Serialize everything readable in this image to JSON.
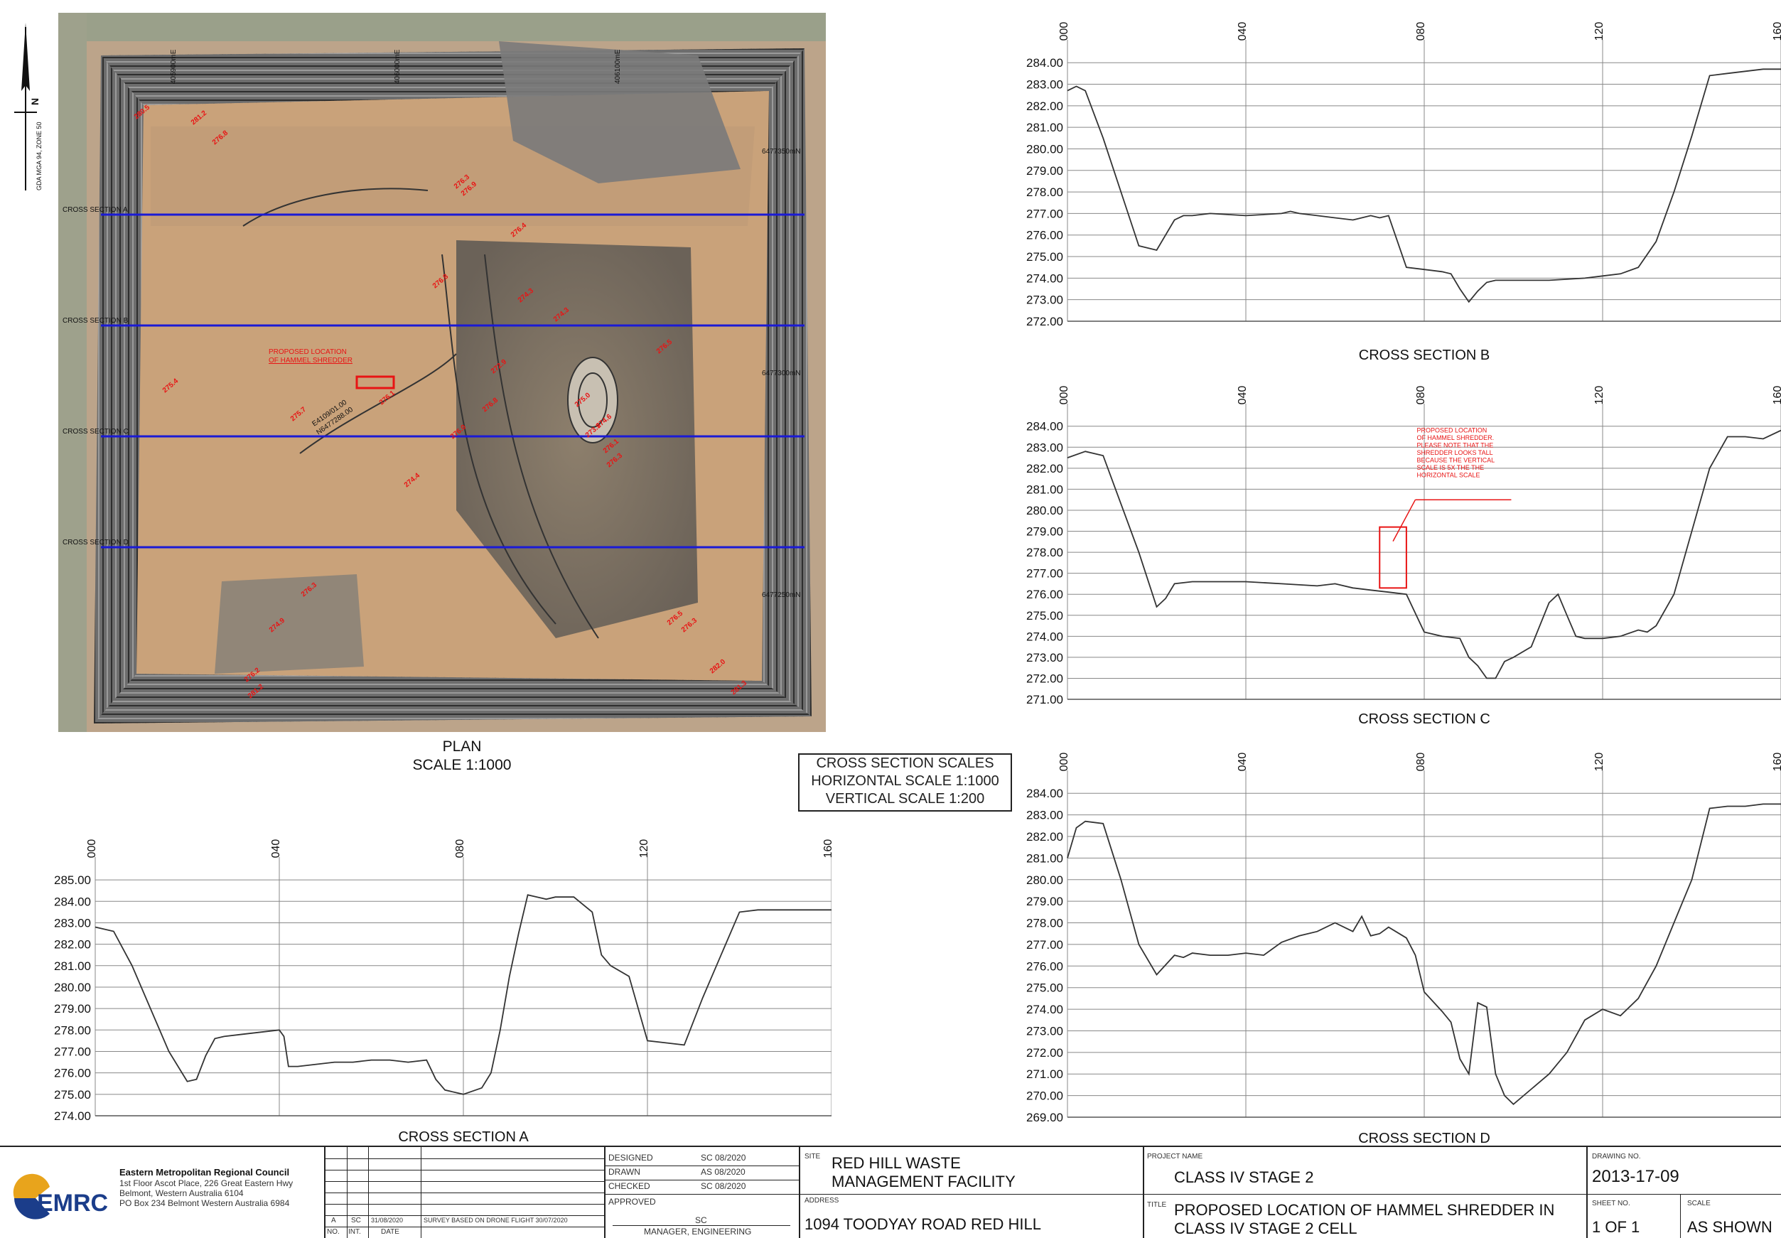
{
  "plan": {
    "caption_line1": "PLAN",
    "caption_line2": "SCALE 1:1000",
    "north_label": "N",
    "grid_label": "GDA MGA 94, ZONE 50",
    "cross_section_labels": [
      "CROSS SECTION A",
      "CROSS SECTION B",
      "CROSS SECTION C",
      "CROSS SECTION D"
    ],
    "proposed_label_line1": "PROPOSED LOCATION",
    "proposed_label_line2": "OF HAMMEL SHREDDER",
    "easting_labels": [
      "405900mE",
      "406000mE",
      "406100mE"
    ],
    "northing_labels": [
      "6477350mN",
      "6477300mN",
      "6477250mN"
    ],
    "coord_label_line1": "E4109/01.00",
    "coord_label_line2": "N6477288.00",
    "spot_heights": [
      "280.5",
      "281.2",
      "276.8",
      "276.3",
      "276.9",
      "276.4",
      "276.8",
      "274.3",
      "274.3",
      "272.9",
      "276.5",
      "276.8",
      "273.9",
      "274.6",
      "276.1",
      "276.3",
      "275.4",
      "275.7",
      "276.1",
      "275.0",
      "274.4",
      "276.3",
      "274.9",
      "276.5",
      "276.3",
      "276.2",
      "281.2",
      "282.0",
      "281.3",
      "276.0"
    ],
    "colors": {
      "section_line": "#1a1ad6",
      "annotation": "#e81414",
      "ground": "#c9a27a",
      "pond": "#8a7a68",
      "terrace": "#4a4a4a"
    }
  },
  "scales_box": {
    "line1": "CROSS SECTION SCALES",
    "line2": "HORIZONTAL SCALE 1:1000",
    "line3": "VERTICAL SCALE 1:200"
  },
  "chart_data": [
    {
      "type": "line",
      "title": "CROSS SECTION B",
      "x_tick_labels": [
        "000",
        "040",
        "080",
        "120",
        "160"
      ],
      "x_ticks": [
        0,
        40,
        80,
        120,
        160
      ],
      "y_tick_labels": [
        "284.00",
        "283.00",
        "282.00",
        "281.00",
        "280.00",
        "279.00",
        "278.00",
        "277.00",
        "276.00",
        "275.00",
        "274.00",
        "273.00",
        "272.00"
      ],
      "ylim": [
        272,
        284.6
      ],
      "xlim": [
        0,
        160
      ],
      "grid": true,
      "x": [
        0,
        2,
        4,
        8,
        12,
        16,
        20,
        24,
        26,
        28,
        32,
        40,
        48,
        50,
        52,
        56,
        60,
        64,
        68,
        70,
        72,
        76,
        80,
        84,
        86,
        88,
        90,
        92,
        94,
        96,
        100,
        108,
        116,
        120,
        124,
        128,
        132,
        136,
        140,
        144,
        148,
        152,
        156,
        160
      ],
      "y": [
        282.7,
        282.9,
        282.7,
        280.5,
        278.0,
        275.5,
        275.3,
        276.7,
        276.9,
        276.9,
        277.0,
        276.9,
        277.0,
        277.1,
        277.0,
        276.9,
        276.8,
        276.7,
        276.9,
        276.8,
        276.9,
        274.5,
        274.4,
        274.3,
        274.2,
        273.5,
        272.9,
        273.4,
        273.8,
        273.9,
        273.9,
        273.9,
        274.0,
        274.1,
        274.2,
        274.5,
        275.7,
        278.0,
        280.6,
        283.4,
        283.5,
        283.6,
        283.7,
        283.7
      ]
    },
    {
      "type": "line",
      "title": "CROSS SECTION C",
      "x_tick_labels": [
        "000",
        "040",
        "080",
        "120",
        "160"
      ],
      "x_ticks": [
        0,
        40,
        80,
        120,
        160
      ],
      "y_tick_labels": [
        "284.00",
        "283.00",
        "282.00",
        "281.00",
        "280.00",
        "279.00",
        "278.00",
        "277.00",
        "276.00",
        "275.00",
        "274.00",
        "273.00",
        "272.00",
        "271.00"
      ],
      "ylim": [
        271,
        284.6
      ],
      "xlim": [
        0,
        160
      ],
      "grid": true,
      "x": [
        0,
        4,
        8,
        12,
        16,
        20,
        22,
        24,
        28,
        32,
        36,
        40,
        48,
        56,
        60,
        64,
        68,
        72,
        76,
        80,
        84,
        88,
        90,
        92,
        94,
        96,
        98,
        100,
        104,
        108,
        110,
        112,
        114,
        116,
        120,
        124,
        128,
        130,
        132,
        136,
        140,
        144,
        148,
        152,
        156,
        160
      ],
      "y": [
        282.5,
        282.8,
        282.6,
        280.3,
        278.0,
        275.4,
        275.8,
        276.5,
        276.6,
        276.6,
        276.6,
        276.6,
        276.5,
        276.4,
        276.5,
        276.3,
        276.2,
        276.1,
        276.0,
        274.2,
        274.0,
        273.9,
        273.0,
        272.6,
        272.0,
        272.0,
        272.8,
        273.0,
        273.5,
        275.6,
        276.0,
        275.0,
        274.0,
        273.9,
        273.9,
        274.0,
        274.3,
        274.2,
        274.5,
        276.0,
        279.0,
        282.0,
        283.5,
        283.5,
        283.4,
        283.8
      ],
      "annotation_lines": [
        "PROPOSED LOCATION",
        "OF HAMMEL SHREDDER.",
        "PLEASE NOTE THAT THE",
        "SHREDDER LOOKS TALL",
        "BECAUSE THE VERTICAL",
        "SCALE IS 5X THE THE",
        "HORIZONTAL SCALE"
      ]
    },
    {
      "type": "line",
      "title": "CROSS SECTION D",
      "x_tick_labels": [
        "000",
        "040",
        "080",
        "120",
        "160"
      ],
      "x_ticks": [
        0,
        40,
        80,
        120,
        160
      ],
      "y_tick_labels": [
        "284.00",
        "283.00",
        "282.00",
        "281.00",
        "280.00",
        "279.00",
        "278.00",
        "277.00",
        "276.00",
        "275.00",
        "274.00",
        "273.00",
        "272.00",
        "271.00",
        "270.00",
        "269.00"
      ],
      "ylim": [
        269,
        284.6
      ],
      "xlim": [
        0,
        160
      ],
      "grid": true,
      "x": [
        0,
        2,
        4,
        8,
        12,
        16,
        20,
        24,
        26,
        28,
        32,
        36,
        40,
        44,
        48,
        52,
        56,
        60,
        64,
        66,
        68,
        70,
        72,
        76,
        78,
        80,
        84,
        86,
        88,
        90,
        92,
        94,
        96,
        98,
        100,
        104,
        108,
        112,
        116,
        120,
        124,
        128,
        132,
        136,
        140,
        144,
        148,
        152,
        156,
        160
      ],
      "y": [
        281.0,
        282.4,
        282.7,
        282.6,
        280.0,
        277.0,
        275.6,
        276.5,
        276.4,
        276.6,
        276.5,
        276.5,
        276.6,
        276.5,
        277.1,
        277.4,
        277.6,
        278.0,
        277.6,
        278.3,
        277.4,
        277.5,
        277.8,
        277.3,
        276.5,
        274.8,
        273.9,
        273.4,
        271.7,
        271.0,
        274.3,
        274.1,
        271.0,
        270.0,
        269.6,
        270.3,
        271.0,
        272.0,
        273.5,
        274.0,
        273.7,
        274.5,
        276.0,
        278.0,
        280.0,
        283.3,
        283.4,
        283.4,
        283.5,
        283.5
      ]
    },
    {
      "type": "line",
      "title": "CROSS SECTION A",
      "x_tick_labels": [
        "000",
        "040",
        "080",
        "120",
        "160"
      ],
      "x_ticks": [
        0,
        40,
        80,
        120,
        160
      ],
      "y_tick_labels": [
        "285.00",
        "284.00",
        "283.00",
        "282.00",
        "281.00",
        "280.00",
        "279.00",
        "278.00",
        "277.00",
        "276.00",
        "275.00",
        "274.00"
      ],
      "ylim": [
        274,
        285.6
      ],
      "xlim": [
        0,
        160
      ],
      "grid": true,
      "x": [
        0,
        4,
        8,
        12,
        16,
        20,
        22,
        24,
        26,
        28,
        32,
        36,
        40,
        41,
        42,
        44,
        48,
        52,
        56,
        60,
        64,
        68,
        72,
        74,
        76,
        80,
        84,
        86,
        88,
        90,
        92,
        94,
        96,
        98,
        100,
        104,
        108,
        110,
        112,
        116,
        120,
        124,
        128,
        132,
        136,
        140,
        144,
        148,
        152,
        156,
        160
      ],
      "y": [
        282.8,
        282.6,
        281.0,
        279.0,
        277.0,
        275.6,
        275.7,
        276.8,
        277.6,
        277.7,
        277.8,
        277.9,
        278.0,
        277.7,
        276.3,
        276.3,
        276.4,
        276.5,
        276.5,
        276.6,
        276.6,
        276.5,
        276.6,
        275.7,
        275.2,
        275.0,
        275.3,
        276.0,
        278.0,
        280.5,
        282.5,
        284.3,
        284.2,
        284.1,
        284.2,
        284.2,
        283.5,
        281.5,
        281.0,
        280.5,
        277.5,
        277.4,
        277.3,
        279.5,
        281.5,
        283.5,
        283.6,
        283.6,
        283.6,
        283.6,
        283.6
      ]
    }
  ],
  "title_block": {
    "org_logo": "EMRC",
    "org_name": "Eastern Metropolitan Regional Council",
    "org_addr1": "1st Floor Ascot Place, 226 Great Eastern Hwy",
    "org_addr2": "Belmont, Western Australia 6104",
    "org_addr3": "PO Box 234 Belmont Western Australia 6984",
    "rev": {
      "no": "A",
      "int": "SC",
      "date": "31/08/2020",
      "desc": "SURVEY BASED ON DRONE FLIGHT 30/07/2020"
    },
    "rev_headers": {
      "no": "NO.",
      "int": "INT.",
      "date": "DATE"
    },
    "designed_label": "DESIGNED",
    "designed_value": "SC 08/2020",
    "drawn_label": "DRAWN",
    "drawn_value": "AS 08/2020",
    "checked_label": "CHECKED",
    "checked_value": "SC 08/2020",
    "approved_label": "APPROVED",
    "approved_sig": "SC",
    "approved_role": "MANAGER, ENGINEERING",
    "site_label": "SITE",
    "site_line1": "RED HILL WASTE",
    "site_line2": "MANAGEMENT FACILITY",
    "address_label": "ADDRESS",
    "address_value": "1094 TOODYAY ROAD RED HILL",
    "project_label": "PROJECT NAME",
    "project_value": "CLASS IV STAGE 2",
    "title_label": "TITLE",
    "title_line1": "PROPOSED LOCATION OF HAMMEL SHREDDER IN",
    "title_line2": "CLASS IV STAGE 2 CELL",
    "drawing_no_label": "DRAWING NO.",
    "drawing_no_value": "2013-17-09",
    "sheet_label": "SHEET NO.",
    "sheet_value": "1 OF 1",
    "scale_label": "SCALE",
    "scale_value": "AS SHOWN"
  }
}
